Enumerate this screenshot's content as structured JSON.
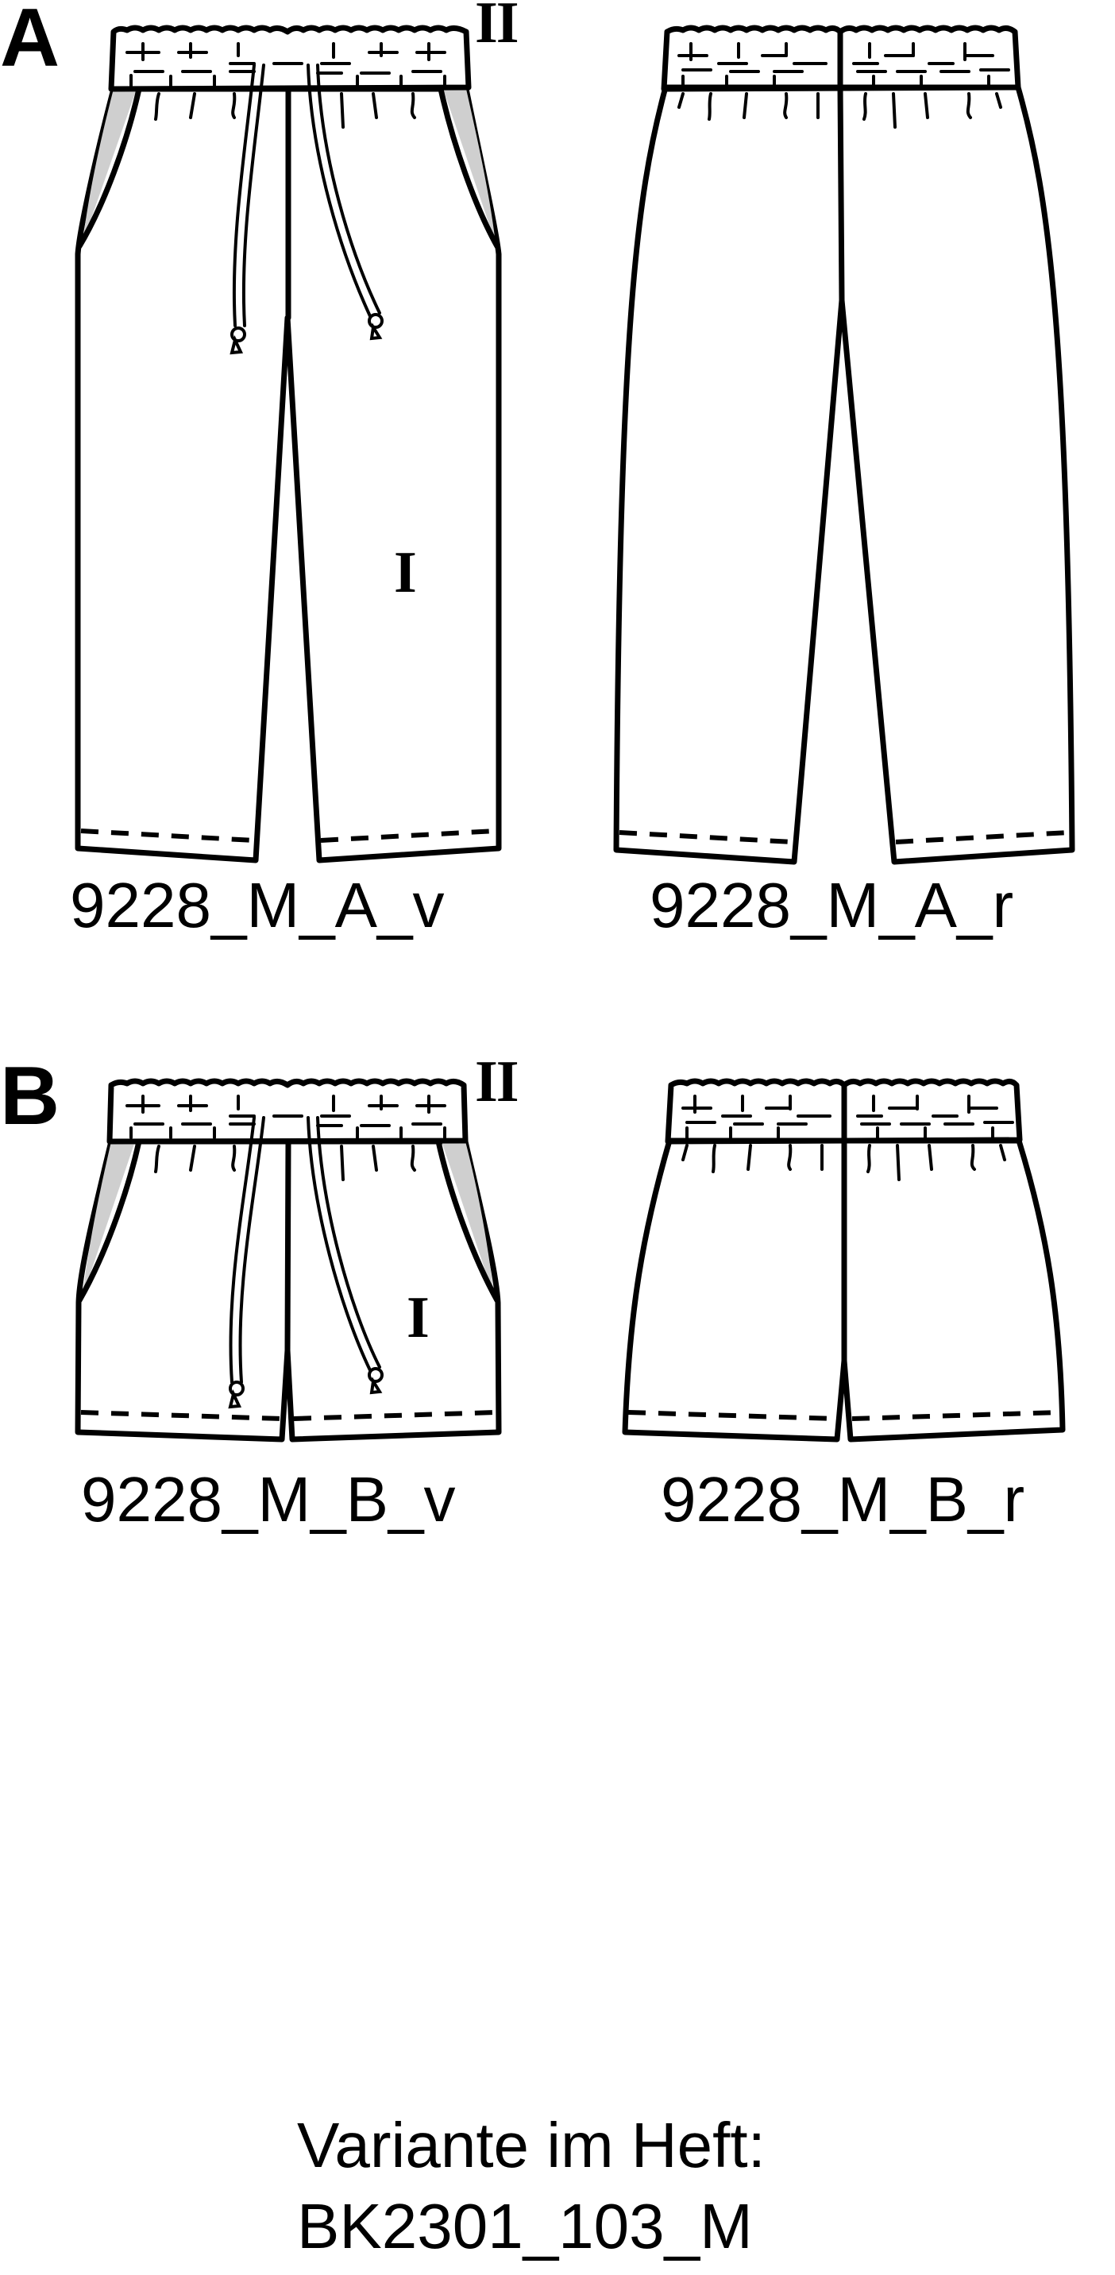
{
  "colors": {
    "outline": "#000000",
    "front_fill": "#ffffff",
    "back_fill": "#bfbfbf",
    "front_waistband": "#e3e3e3",
    "back_waistband": "#a9a9a9",
    "pocket_facing": "#cfcfcf"
  },
  "variants": [
    {
      "letter": "A",
      "garment": "long trousers",
      "front": {
        "caption": "9228_M_A_v",
        "piece_labels": [
          "II",
          "I"
        ]
      },
      "back": {
        "caption": "9228_M_A_r"
      }
    },
    {
      "letter": "B",
      "garment": "shorts",
      "front": {
        "caption": "9228_M_B_v",
        "piece_labels": [
          "II",
          "I"
        ]
      },
      "back": {
        "caption": "9228_M_B_r"
      }
    }
  ],
  "footer": {
    "line1": "Variante im Heft:",
    "line2": "BK2301_103_M"
  }
}
